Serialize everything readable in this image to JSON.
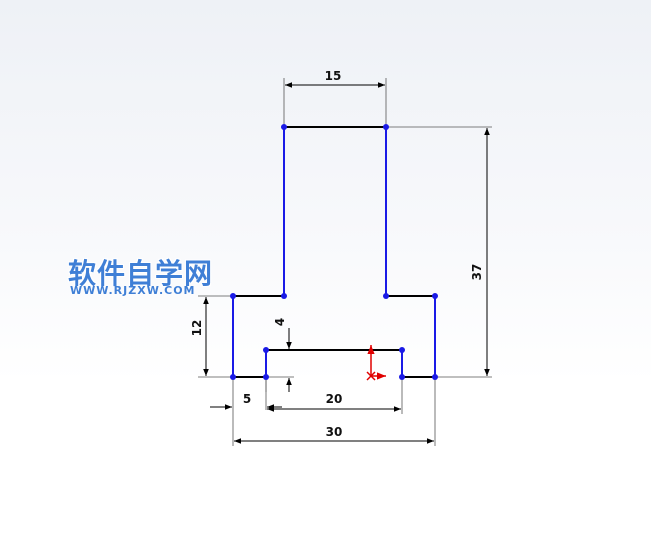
{
  "watermark": {
    "title": "软件自学网",
    "url": "WWW.RJZXW.COM"
  },
  "dimensions": {
    "top_width": "15",
    "total_height": "37",
    "step_height": "12",
    "slot_depth": "4",
    "offset": "5",
    "slot_width": "20",
    "total_width": "30"
  },
  "colors": {
    "sketch_line_blue": "#1a1ae6",
    "sketch_line_black": "#000000",
    "origin_red": "#e00000"
  }
}
